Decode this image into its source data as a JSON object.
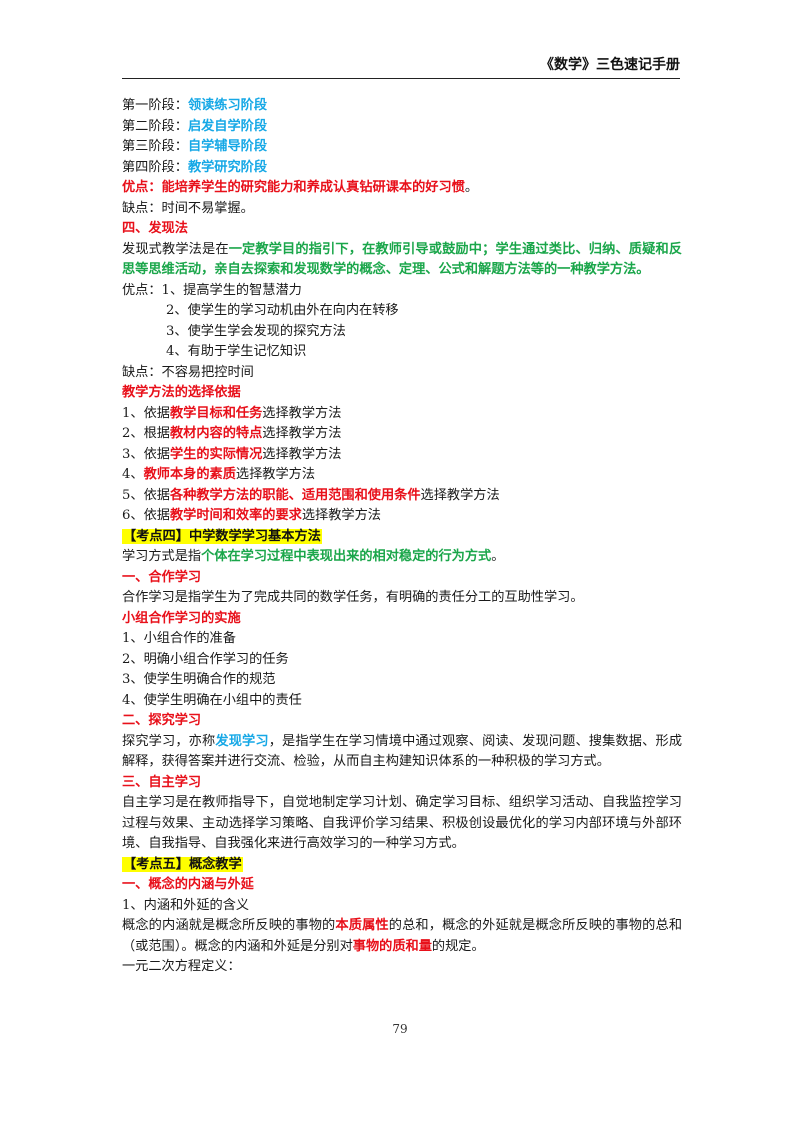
{
  "header": {
    "title": "《数学》三色速记手册"
  },
  "footer": {
    "page_number": "79"
  },
  "content": {
    "s1": {
      "p": "第一阶段：",
      "v": "领读练习阶段"
    },
    "s2": {
      "p": "第二阶段：",
      "v": "启发自学阶段"
    },
    "s3": {
      "p": "第三阶段：",
      "v": "自学辅导阶段"
    },
    "s4": {
      "p": "第四阶段：",
      "v": "教学研究阶段"
    },
    "adv1": {
      "p": "优点：",
      "v": "能培养学生的研究能力和养成认真钻研课本的好习惯",
      "s": "。"
    },
    "dis1": "缺点：时间不易掌握。",
    "sec4": "四、发现法",
    "disc": {
      "p": "发现式教学法是在",
      "g": "一定教学目的指引下，在教师引导或鼓励中；学生通过类比、归纳、质疑和反思等思维活动，亲自去探索和发现数学的概念、定理、公式和解题方法等的一种教学方法。"
    },
    "adv2": [
      "优点：1、提高学生的智慧潜力",
      "2、使学生的学习动机由外在向内在转移",
      "3、使学生学会发现的探究方法",
      "4、有助于学生记忆知识"
    ],
    "dis2": "缺点：不容易把控时间",
    "basis_title": "教学方法的选择依据",
    "basis": [
      {
        "a": "1、依据",
        "r": "教学目标和任务",
        "b": "选择教学方法"
      },
      {
        "a": "2、根据",
        "r": "教材内容的特点",
        "b": "选择教学方法"
      },
      {
        "a": "3、依据",
        "r": "学生的实际情况",
        "b": "选择教学方法"
      },
      {
        "a": "4、",
        "r": "教师本身的素质",
        "b": "选择教学方法"
      },
      {
        "a": "5、依据",
        "r": "各种教学方法的职能、适用范围和使用条件",
        "b": "选择教学方法"
      },
      {
        "a": "6、依据",
        "r": "教学时间和效率的要求",
        "b": "选择教学方法"
      }
    ],
    "kp4": {
      "tag": "【考点四】",
      "title": "中学数学学习基本方法"
    },
    "lm": {
      "a": "学习方式是指",
      "g": "个体在学习过程中表现出来的相对稳定的行为方式",
      "b": "。"
    },
    "coop_title": "一、合作学习",
    "coop_def": "合作学习是指学生为了完成共同的数学任务，有明确的责任分工的互助性学习。",
    "group_title": "小组合作学习的实施",
    "group": [
      "1、小组合作的准备",
      "2、明确小组合作学习的任务",
      "3、使学生明确合作的规范",
      "4、使学生明确在小组中的责任"
    ],
    "inq_title": "二、探究学习",
    "inq": {
      "a": "探究学习，亦称",
      "bl": "发现学习",
      "b": "，是指学生在学习情境中通过观察、阅读、发现问题、搜集数据、形成解释，获得答案并进行交流、检验，从而自主构建知识体系的一种积极的学习方式。"
    },
    "self_title": "三、自主学习",
    "self_def": "自主学习是在教师指导下，自觉地制定学习计划、确定学习目标、组织学习活动、自我监控学习过程与效果、主动选择学习策略、自我评价学习结果、积极创设最优化的学习内部环境与外部环境、自我指导、自我强化来进行高效学习的一种学习方式。",
    "kp5": {
      "tag": "【考点五】",
      "title": "概念教学"
    },
    "concept_title": "一、概念的内涵与外延",
    "concept_sub": "1、内涵和外延的含义",
    "concept": {
      "a": "概念的内涵就是概念所反映的事物的",
      "r1": "本质属性",
      "b": "的总和，概念的外延就是概念所反映的事物的总和（或范围）。概念的内涵和外延是分别对",
      "r2": "事物的质和量",
      "c": "的规定。"
    },
    "quad": "一元二次方程定义："
  }
}
